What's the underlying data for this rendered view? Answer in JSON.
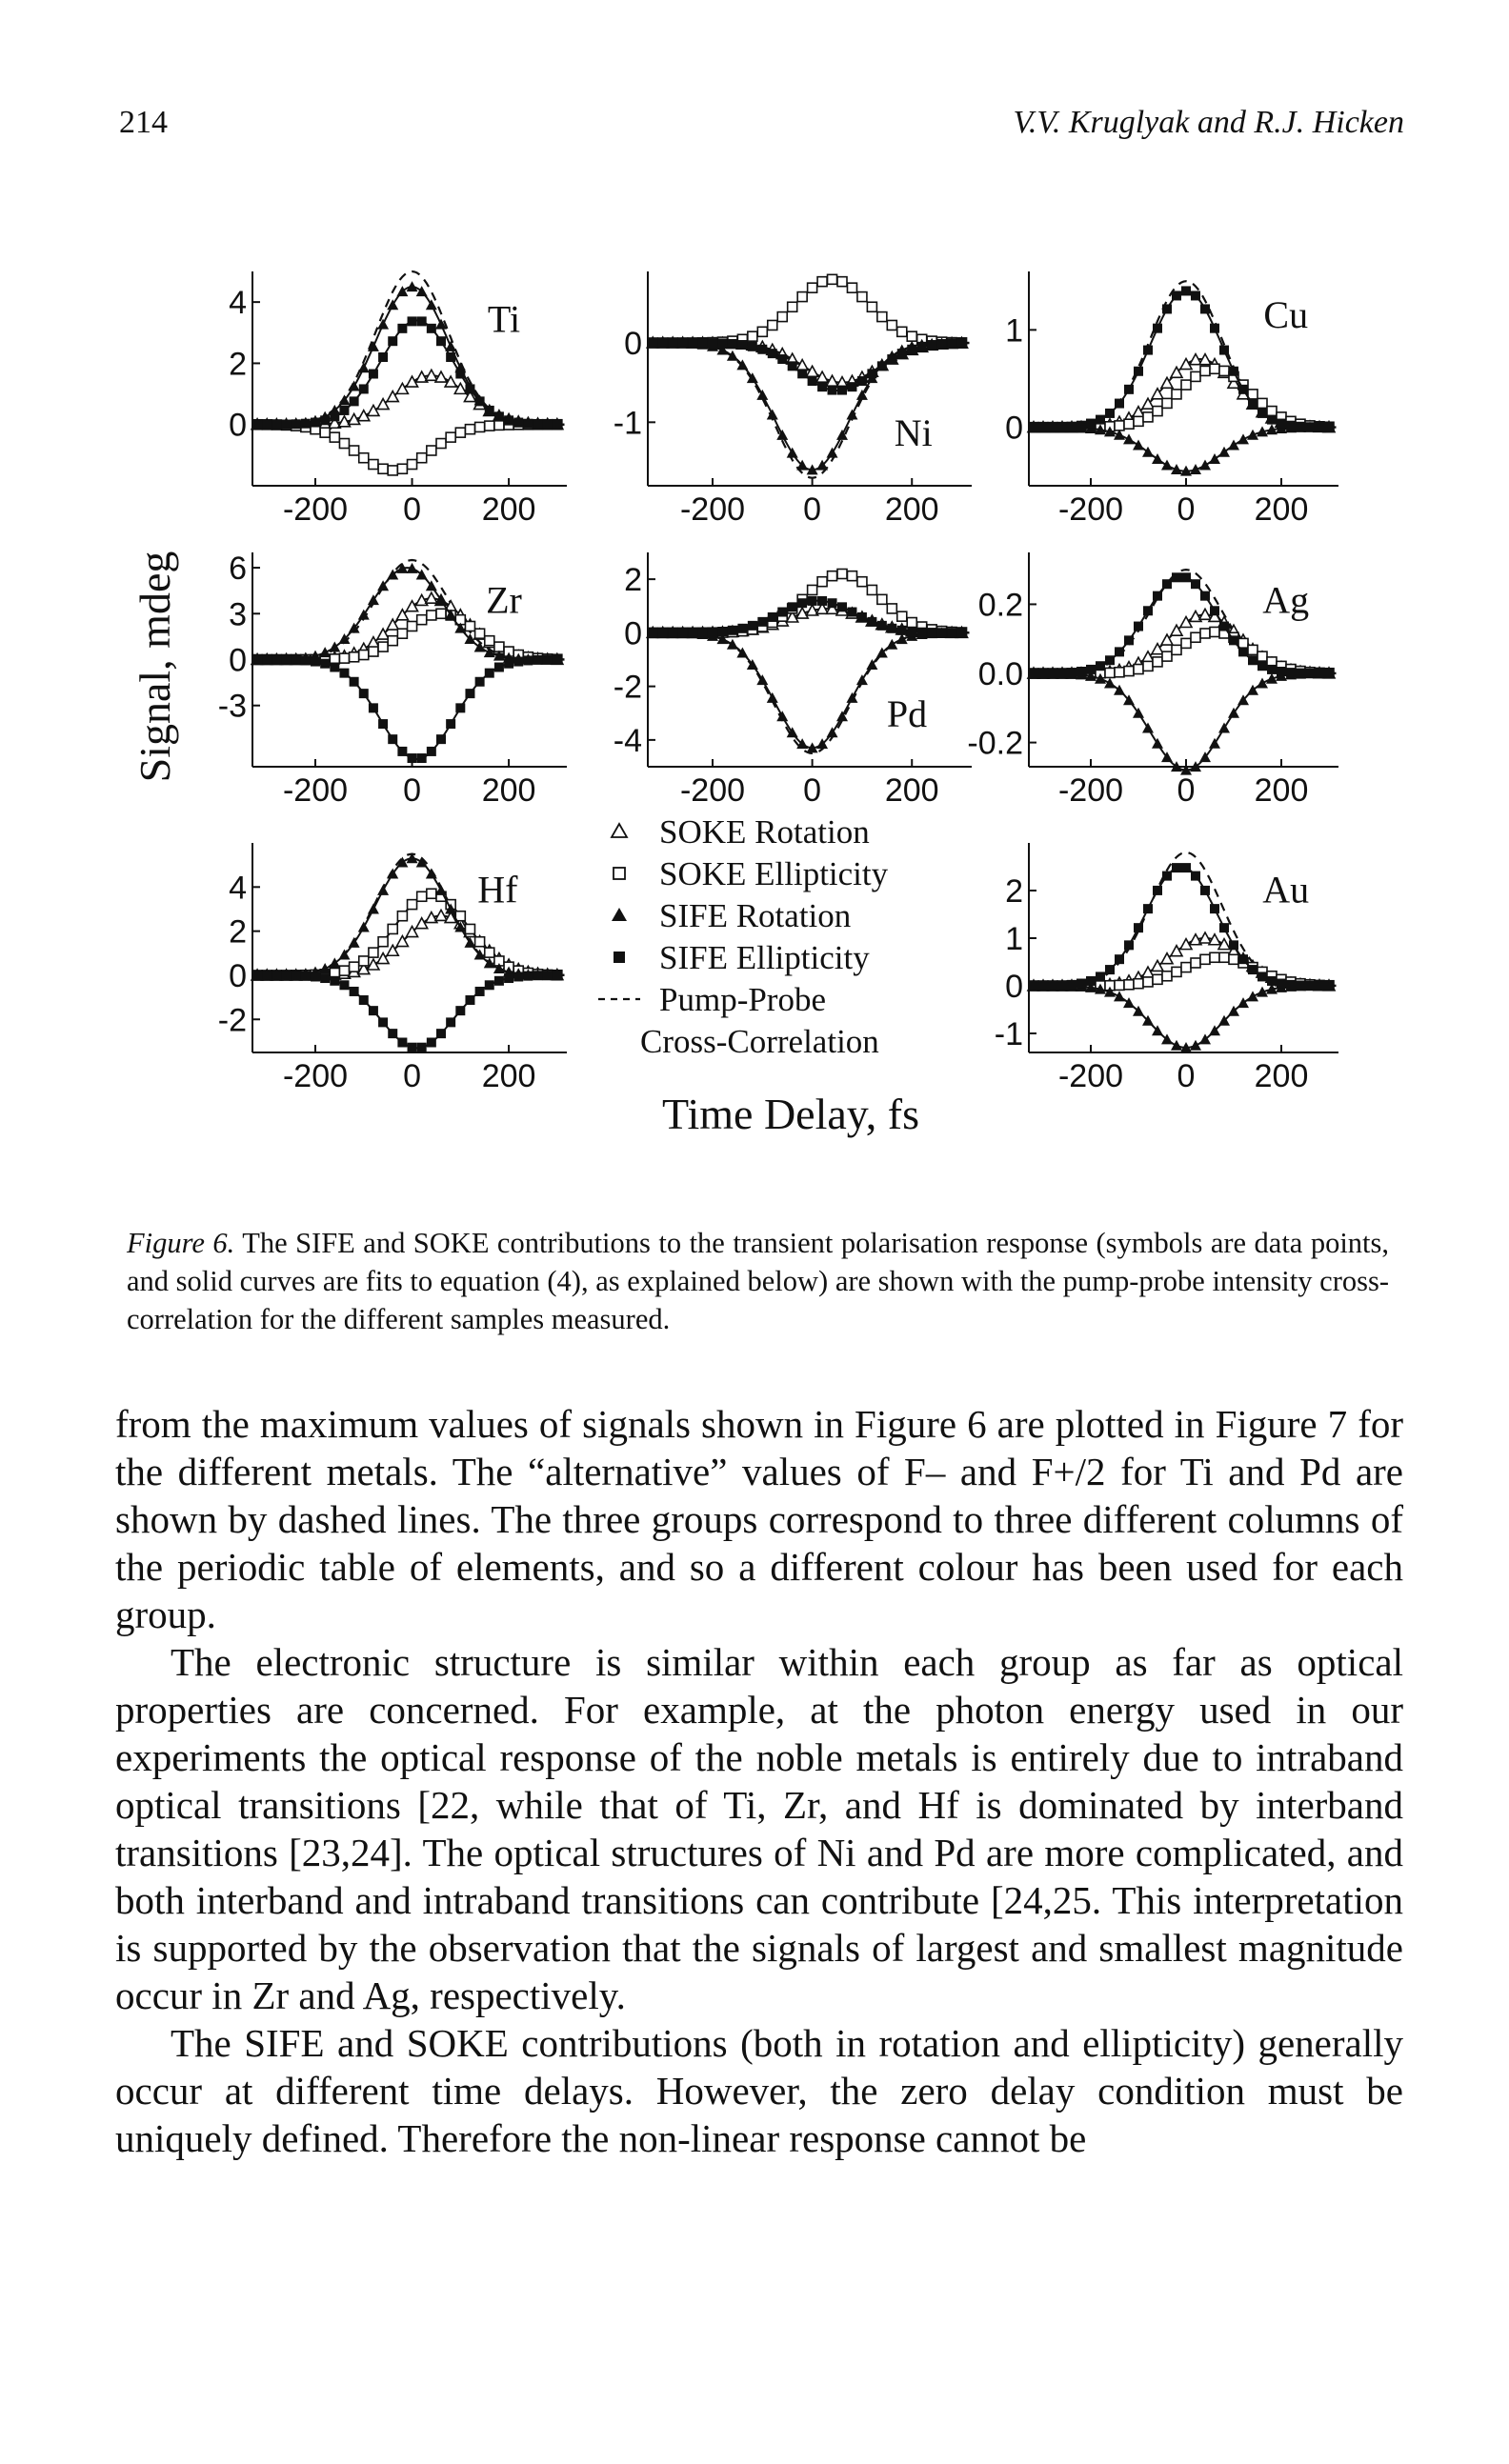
{
  "header": {
    "page_number": "214",
    "authors": "V.V. Kruglyak and R.J. Hicken"
  },
  "chart_data": {
    "type": "line",
    "ylabel": "Signal, mdeg",
    "xlabel": "Time Delay, fs",
    "legend": [
      {
        "marker": "open-triangle",
        "label": "SOKE Rotation"
      },
      {
        "marker": "open-square",
        "label": "SOKE Ellipticity"
      },
      {
        "marker": "filled-triangle",
        "label": "SIFE Rotation"
      },
      {
        "marker": "filled-square",
        "label": "SIFE Ellipticity"
      },
      {
        "marker": "dashed-line",
        "label": "Pump-Probe Cross-Correlation"
      }
    ],
    "panels": [
      {
        "metal": "Ti",
        "xticks": [
          "-200",
          "0",
          "200"
        ],
        "yticks": [
          "4",
          "2",
          "0"
        ],
        "ylim": [
          -2,
          5
        ],
        "series": {
          "soke_rot": {
            "amp": 1.6,
            "t0": 40
          },
          "soke_ell": {
            "amp": -1.5,
            "t0": -40
          },
          "sife_rot": {
            "amp": 4.5,
            "t0": 0
          },
          "sife_ell": {
            "amp": 3.4,
            "t0": 10
          },
          "pump_probe": {
            "amp": 5.0,
            "t0": 0
          }
        }
      },
      {
        "metal": "Ni",
        "xticks": [
          "-200",
          "0",
          "200"
        ],
        "yticks": [
          "0",
          "-1"
        ],
        "ylim": [
          -1.8,
          0.9
        ],
        "series": {
          "soke_rot": {
            "amp": -0.5,
            "t0": 60
          },
          "soke_ell": {
            "amp": 0.8,
            "t0": 40
          },
          "sife_rot": {
            "amp": -1.6,
            "t0": 0
          },
          "sife_ell": {
            "amp": -0.6,
            "t0": 50
          },
          "pump_probe": {
            "amp": -1.7,
            "t0": 0
          }
        }
      },
      {
        "metal": "Cu",
        "xticks": [
          "-200",
          "0",
          "200"
        ],
        "yticks": [
          "1",
          "0"
        ],
        "ylim": [
          -0.6,
          1.6
        ],
        "series": {
          "soke_rot": {
            "amp": 0.7,
            "t0": 30
          },
          "soke_ell": {
            "amp": 0.6,
            "t0": 60
          },
          "sife_rot": {
            "amp": -0.45,
            "t0": 0
          },
          "sife_ell": {
            "amp": 1.4,
            "t0": 0
          },
          "pump_probe": {
            "amp": 1.5,
            "t0": 0
          }
        }
      },
      {
        "metal": "Zr",
        "xticks": [
          "-200",
          "0",
          "200"
        ],
        "yticks": [
          "6",
          "3",
          "0",
          "-3"
        ],
        "ylim": [
          -7,
          7
        ],
        "series": {
          "soke_rot": {
            "amp": 4.0,
            "t0": 40
          },
          "soke_ell": {
            "amp": 3.0,
            "t0": 60
          },
          "sife_rot": {
            "amp": 6.0,
            "t0": -10
          },
          "sife_ell": {
            "amp": -6.5,
            "t0": 10
          },
          "pump_probe": {
            "amp": 6.5,
            "t0": 0
          }
        }
      },
      {
        "metal": "Pd",
        "xticks": [
          "-200",
          "0",
          "200"
        ],
        "yticks": [
          "2",
          "0",
          "-2",
          "-4"
        ],
        "ylim": [
          -5,
          3
        ],
        "series": {
          "soke_rot": {
            "amp": 0.9,
            "t0": 30
          },
          "soke_ell": {
            "amp": 2.2,
            "t0": 60
          },
          "sife_rot": {
            "amp": -4.3,
            "t0": 0
          },
          "sife_ell": {
            "amp": 1.2,
            "t0": 10
          },
          "pump_probe": {
            "amp": -4.5,
            "t0": 0
          }
        }
      },
      {
        "metal": "Ag",
        "xticks": [
          "-200",
          "0",
          "200"
        ],
        "yticks": [
          "0.2",
          "0.0",
          "-0.2"
        ],
        "ylim": [
          -0.27,
          0.35
        ],
        "series": {
          "soke_rot": {
            "amp": 0.17,
            "t0": 40
          },
          "soke_ell": {
            "amp": 0.12,
            "t0": 60
          },
          "sife_rot": {
            "amp": -0.28,
            "t0": 0
          },
          "sife_ell": {
            "amp": 0.28,
            "t0": -10
          },
          "pump_probe": {
            "amp": 0.3,
            "t0": 0
          }
        }
      },
      {
        "metal": "Hf",
        "xticks": [
          "-200",
          "0",
          "200"
        ],
        "yticks": [
          "4",
          "2",
          "0",
          "-2"
        ],
        "ylim": [
          -3.5,
          6
        ],
        "series": {
          "soke_rot": {
            "amp": 2.7,
            "t0": 60
          },
          "soke_ell": {
            "amp": 3.7,
            "t0": 40
          },
          "sife_rot": {
            "amp": 5.3,
            "t0": 0
          },
          "sife_ell": {
            "amp": -3.3,
            "t0": 10
          },
          "pump_probe": {
            "amp": 5.5,
            "t0": 0
          }
        }
      },
      {
        "metal": "Au",
        "xticks": [
          "-200",
          "0",
          "200"
        ],
        "yticks": [
          "2",
          "1",
          "0",
          "-1"
        ],
        "ylim": [
          -1.4,
          3.0
        ],
        "series": {
          "soke_rot": {
            "amp": 1.0,
            "t0": 40
          },
          "soke_ell": {
            "amp": 0.6,
            "t0": 70
          },
          "sife_rot": {
            "amp": -1.3,
            "t0": 0
          },
          "sife_ell": {
            "amp": 2.5,
            "t0": -10
          },
          "pump_probe": {
            "amp": 2.8,
            "t0": 0
          }
        }
      }
    ]
  },
  "caption": {
    "label": "Figure 6.",
    "text": "The SIFE and SOKE contributions to the transient polarisation response (symbols are data points, and solid curves are fits to equation (4), as explained below) are shown with the pump-probe intensity cross-correlation for the different samples measured."
  },
  "body": {
    "p1": "from the maximum values of signals shown in Figure 6 are plotted in Figure 7 for the different metals. The “alternative” values of F– and F+/2 for Ti and Pd are shown by dashed lines. The three groups correspond to three different columns of the periodic table of elements, and so a different colour has been used for each group.",
    "p2": "The electronic structure is similar within each group as far as optical properties are concerned. For example, at the photon energy used in our experiments the optical response of the noble metals is entirely due to intraband optical transitions [22, while that of Ti, Zr, and Hf is dominated by interband transitions [23,24]. The optical structures of Ni and Pd are more complicated, and both interband and intraband transitions can contribute [24,25. This interpretation is supported by the observation that the signals of largest and smallest magnitude occur in Zr and Ag, respectively.",
    "p3": "The SIFE and SOKE contributions (both in rotation and ellipticity) generally occur at different time delays. However, the zero delay condition must be uniquely defined. Therefore the non-linear response cannot be"
  }
}
